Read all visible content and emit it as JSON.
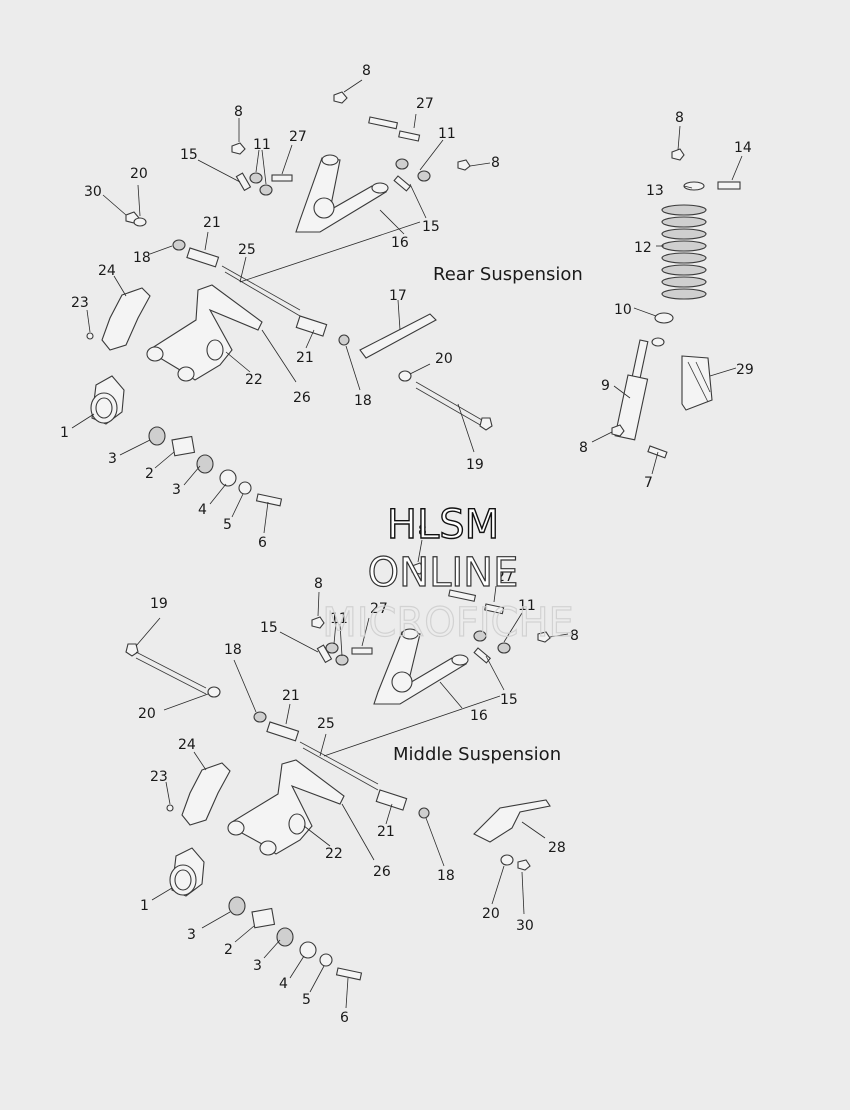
{
  "sections": [
    {
      "title": "Rear Suspension"
    },
    {
      "title": "Middle Suspension"
    }
  ],
  "watermark": {
    "line1": "HLSM",
    "line2": "ONLINE",
    "line3": "MICROFICHE"
  },
  "callouts": [
    "8",
    "27",
    "8",
    "11",
    "27",
    "11",
    "15",
    "8",
    "30",
    "20",
    "21",
    "25",
    "18",
    "16",
    "15",
    "24",
    "23",
    "17",
    "21",
    "26",
    "22",
    "18",
    "20",
    "1",
    "19",
    "3",
    "2",
    "3",
    "4",
    "5",
    "6",
    "8",
    "14",
    "13",
    "12",
    "10",
    "29",
    "9",
    "8",
    "7",
    "8",
    "27",
    "8",
    "27",
    "11",
    "19",
    "15",
    "11",
    "8",
    "18",
    "15",
    "16",
    "21",
    "25",
    "20",
    "24",
    "23",
    "21",
    "22",
    "26",
    "18",
    "28",
    "1",
    "20",
    "30",
    "3",
    "2",
    "3",
    "4",
    "5",
    "6"
  ]
}
